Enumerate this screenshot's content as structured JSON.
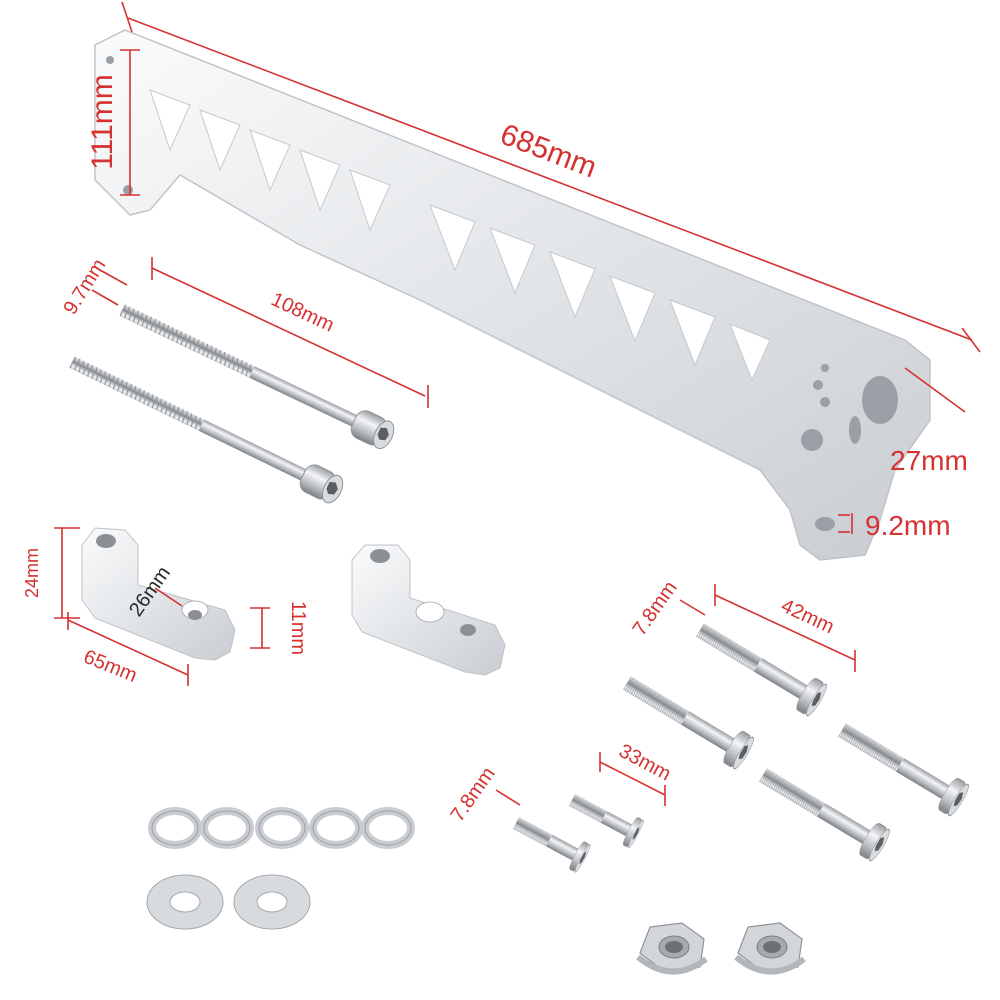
{
  "colors": {
    "dimension": "#d63131",
    "dimension_dark": "#2b2b2b",
    "metal": "#e6e8ea",
    "background": "#ffffff"
  },
  "dimensions": {
    "bracket_length": "685mm",
    "bracket_height": "111mm",
    "bracket_end_width": "27mm",
    "bracket_hole": "9.2mm",
    "long_bolt_diameter": "9.7mm",
    "long_bolt_length": "108mm",
    "spacer_height": "24mm",
    "spacer_hole_distance": "26mm",
    "spacer_thickness": "11mm",
    "spacer_length": "65mm",
    "medium_bolt_diameter": "7.8mm",
    "medium_bolt_length": "42mm",
    "short_bolt_diameter": "7.8mm",
    "short_bolt_length": "33mm"
  },
  "icons": {
    "bracket": "lateral-bracket-icon",
    "bolt": "hex-socket-bolt-icon",
    "spacer": "spacer-block-icon",
    "washer": "washer-icon",
    "nut": "flange-nut-icon"
  }
}
